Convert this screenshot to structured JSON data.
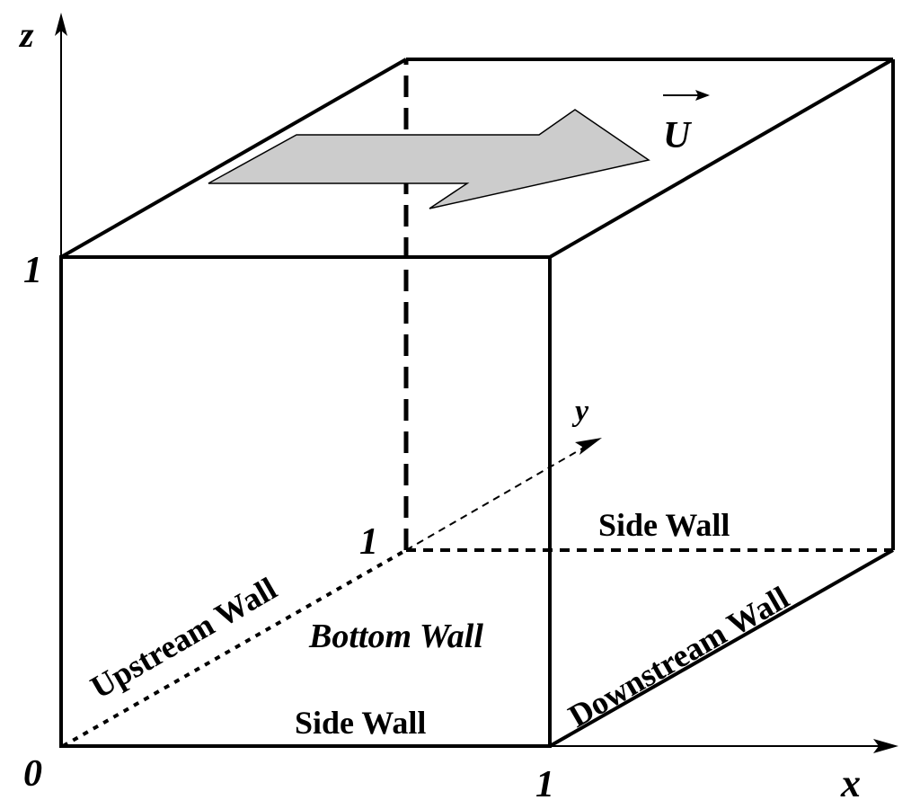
{
  "axes": {
    "z_label": "z",
    "y_label": "y",
    "x_label": "x",
    "origin_label": "0",
    "x_unit_label": "1",
    "z_unit_label": "1",
    "y_unit_label": "1"
  },
  "velocity": {
    "symbol": "U",
    "fill_color": "#cccccc"
  },
  "walls": {
    "side_back": "Side Wall",
    "side_front": "Side Wall",
    "upstream": "Upstream Wall",
    "downstream": "Downstream Wall",
    "bottom": "Bottom Wall"
  }
}
